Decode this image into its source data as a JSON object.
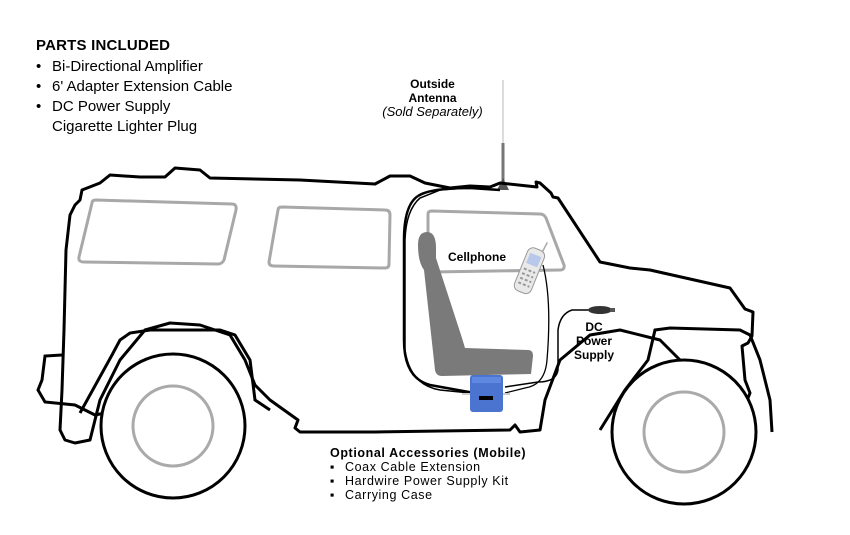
{
  "parts_included": {
    "title": "PARTS INCLUDED",
    "bullet": "•",
    "items": [
      "Bi-Directional Amplifier",
      "6' Adapter Extension Cable",
      "DC Power Supply"
    ],
    "sub_item": "Cigarette Lighter Plug"
  },
  "labels": {
    "antenna_line1": "Outside",
    "antenna_line2": "Antenna",
    "antenna_note": "(Sold Separately)",
    "cellphone": "Cellphone",
    "dc_line1": "DC",
    "dc_line2": "Power",
    "dc_line3": "Supply"
  },
  "optional_accessories": {
    "title": "Optional Accessories (Mobile)",
    "bullet": "▪",
    "items": [
      "Coax Cable Extension",
      "Hardwire Power Supply Kit",
      "Carrying Case"
    ]
  },
  "colors": {
    "outline": "#000000",
    "window": "#a8a8a8",
    "seat": "#7a7a7a",
    "amplifier": "#4a74d0",
    "hub": "#b0b0b0"
  }
}
